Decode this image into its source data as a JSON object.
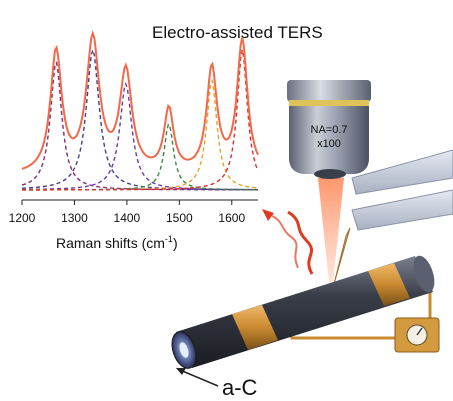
{
  "title": "Electro-assisted TERS",
  "spectrum": {
    "x_axis_label_main": "Raman shifts (cm",
    "x_axis_label_sup": "-1",
    "x_axis_label_close": ")",
    "x_min": 1200,
    "x_max": 1650,
    "ticks": [
      "1200",
      "1300",
      "1400",
      "1500",
      "1600"
    ],
    "envelope_color": "#f2694a",
    "component_colors": [
      "#8a2a6e",
      "#4a3a8a",
      "#6a3aa8",
      "#3a8a3a",
      "#e8a12a",
      "#d9302a"
    ]
  },
  "objective": {
    "line1": "NA=0.7",
    "line2": "x100"
  },
  "sample_label": "a-C",
  "icons": {
    "objective": "microscope-objective-icon",
    "cantilever": "afm-cantilever-icon",
    "laser": "laser-beam-icon",
    "scattered_light": "scattered-wave-icon",
    "wire": "nanowire-icon",
    "meter": "voltmeter-icon"
  }
}
